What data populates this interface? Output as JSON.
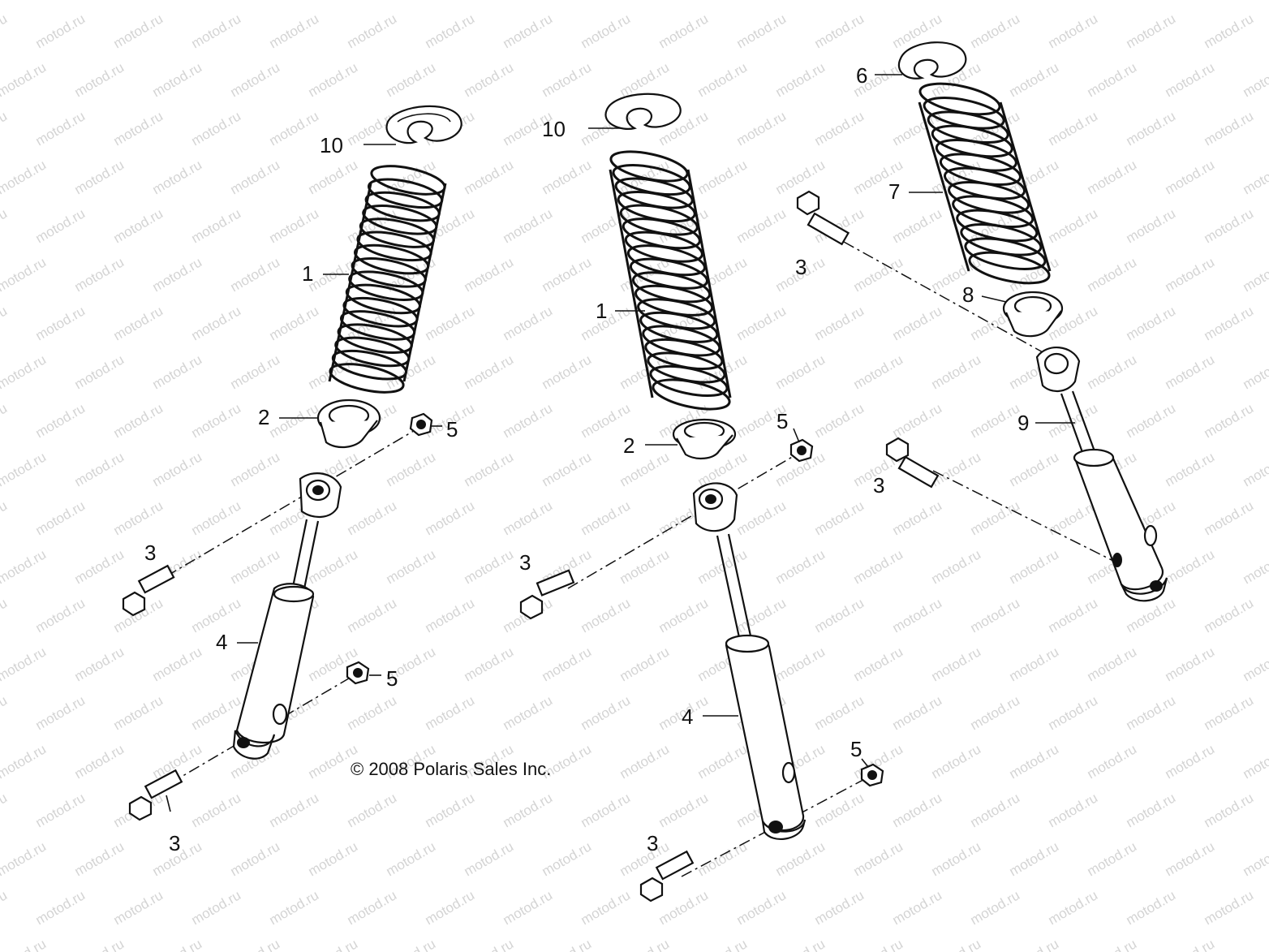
{
  "diagram": {
    "copyright": "© 2008 Polaris Sales Inc.",
    "watermark": "motod.ru",
    "callouts": [
      {
        "id": "c10a",
        "text": "10"
      },
      {
        "id": "c1a",
        "text": "1"
      },
      {
        "id": "c2a",
        "text": "2"
      },
      {
        "id": "c5a",
        "text": "5"
      },
      {
        "id": "c3a",
        "text": "3"
      },
      {
        "id": "c4a",
        "text": "4"
      },
      {
        "id": "c5b",
        "text": "5"
      },
      {
        "id": "c3b",
        "text": "3"
      },
      {
        "id": "c10b",
        "text": "10"
      },
      {
        "id": "c1b",
        "text": "1"
      },
      {
        "id": "c2b",
        "text": "2"
      },
      {
        "id": "c5c",
        "text": "5"
      },
      {
        "id": "c3c",
        "text": "3"
      },
      {
        "id": "c4b",
        "text": "4"
      },
      {
        "id": "c5d",
        "text": "5"
      },
      {
        "id": "c3d",
        "text": "3"
      },
      {
        "id": "c6",
        "text": "6"
      },
      {
        "id": "c7",
        "text": "7"
      },
      {
        "id": "c3e",
        "text": "3"
      },
      {
        "id": "c8",
        "text": "8"
      },
      {
        "id": "c9",
        "text": "9"
      },
      {
        "id": "c3f",
        "text": "3"
      }
    ]
  }
}
